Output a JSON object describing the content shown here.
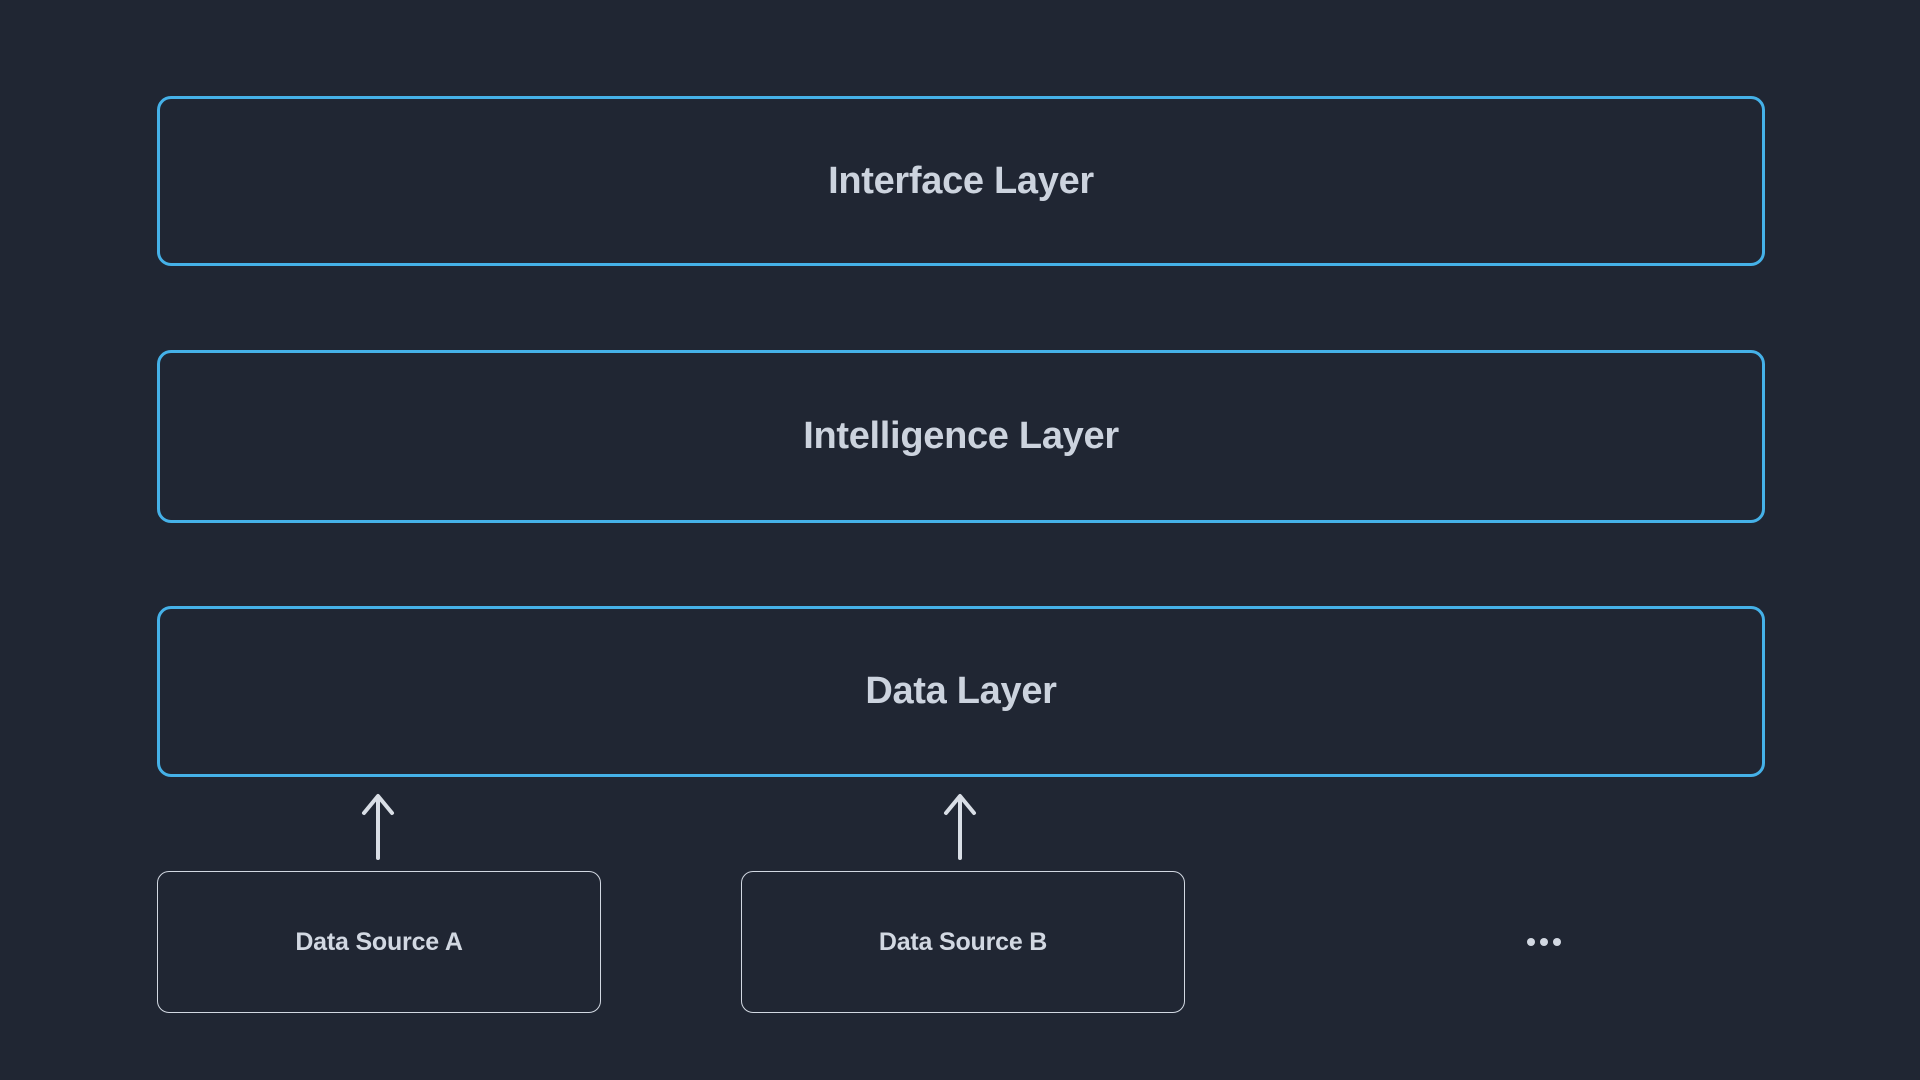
{
  "diagram": {
    "layers": [
      {
        "id": "interface",
        "label": "Interface Layer"
      },
      {
        "id": "intelligence",
        "label": "Intelligence Layer"
      },
      {
        "id": "data",
        "label": "Data Layer"
      }
    ],
    "data_sources": [
      {
        "id": "source-a",
        "label": "Data Source A"
      },
      {
        "id": "source-b",
        "label": "Data Source B"
      }
    ],
    "more_sources_label": "...",
    "icons": {
      "arrow": "arrow-up-icon",
      "more": "ellipsis-icon"
    },
    "colors": {
      "background": "#202633",
      "layer_border": "#45b1e8",
      "layer_text": "#ccd3de",
      "source_border": "#d2d8e2",
      "source_text": "#d2d8e2",
      "arrow": "#d9dee6"
    }
  }
}
